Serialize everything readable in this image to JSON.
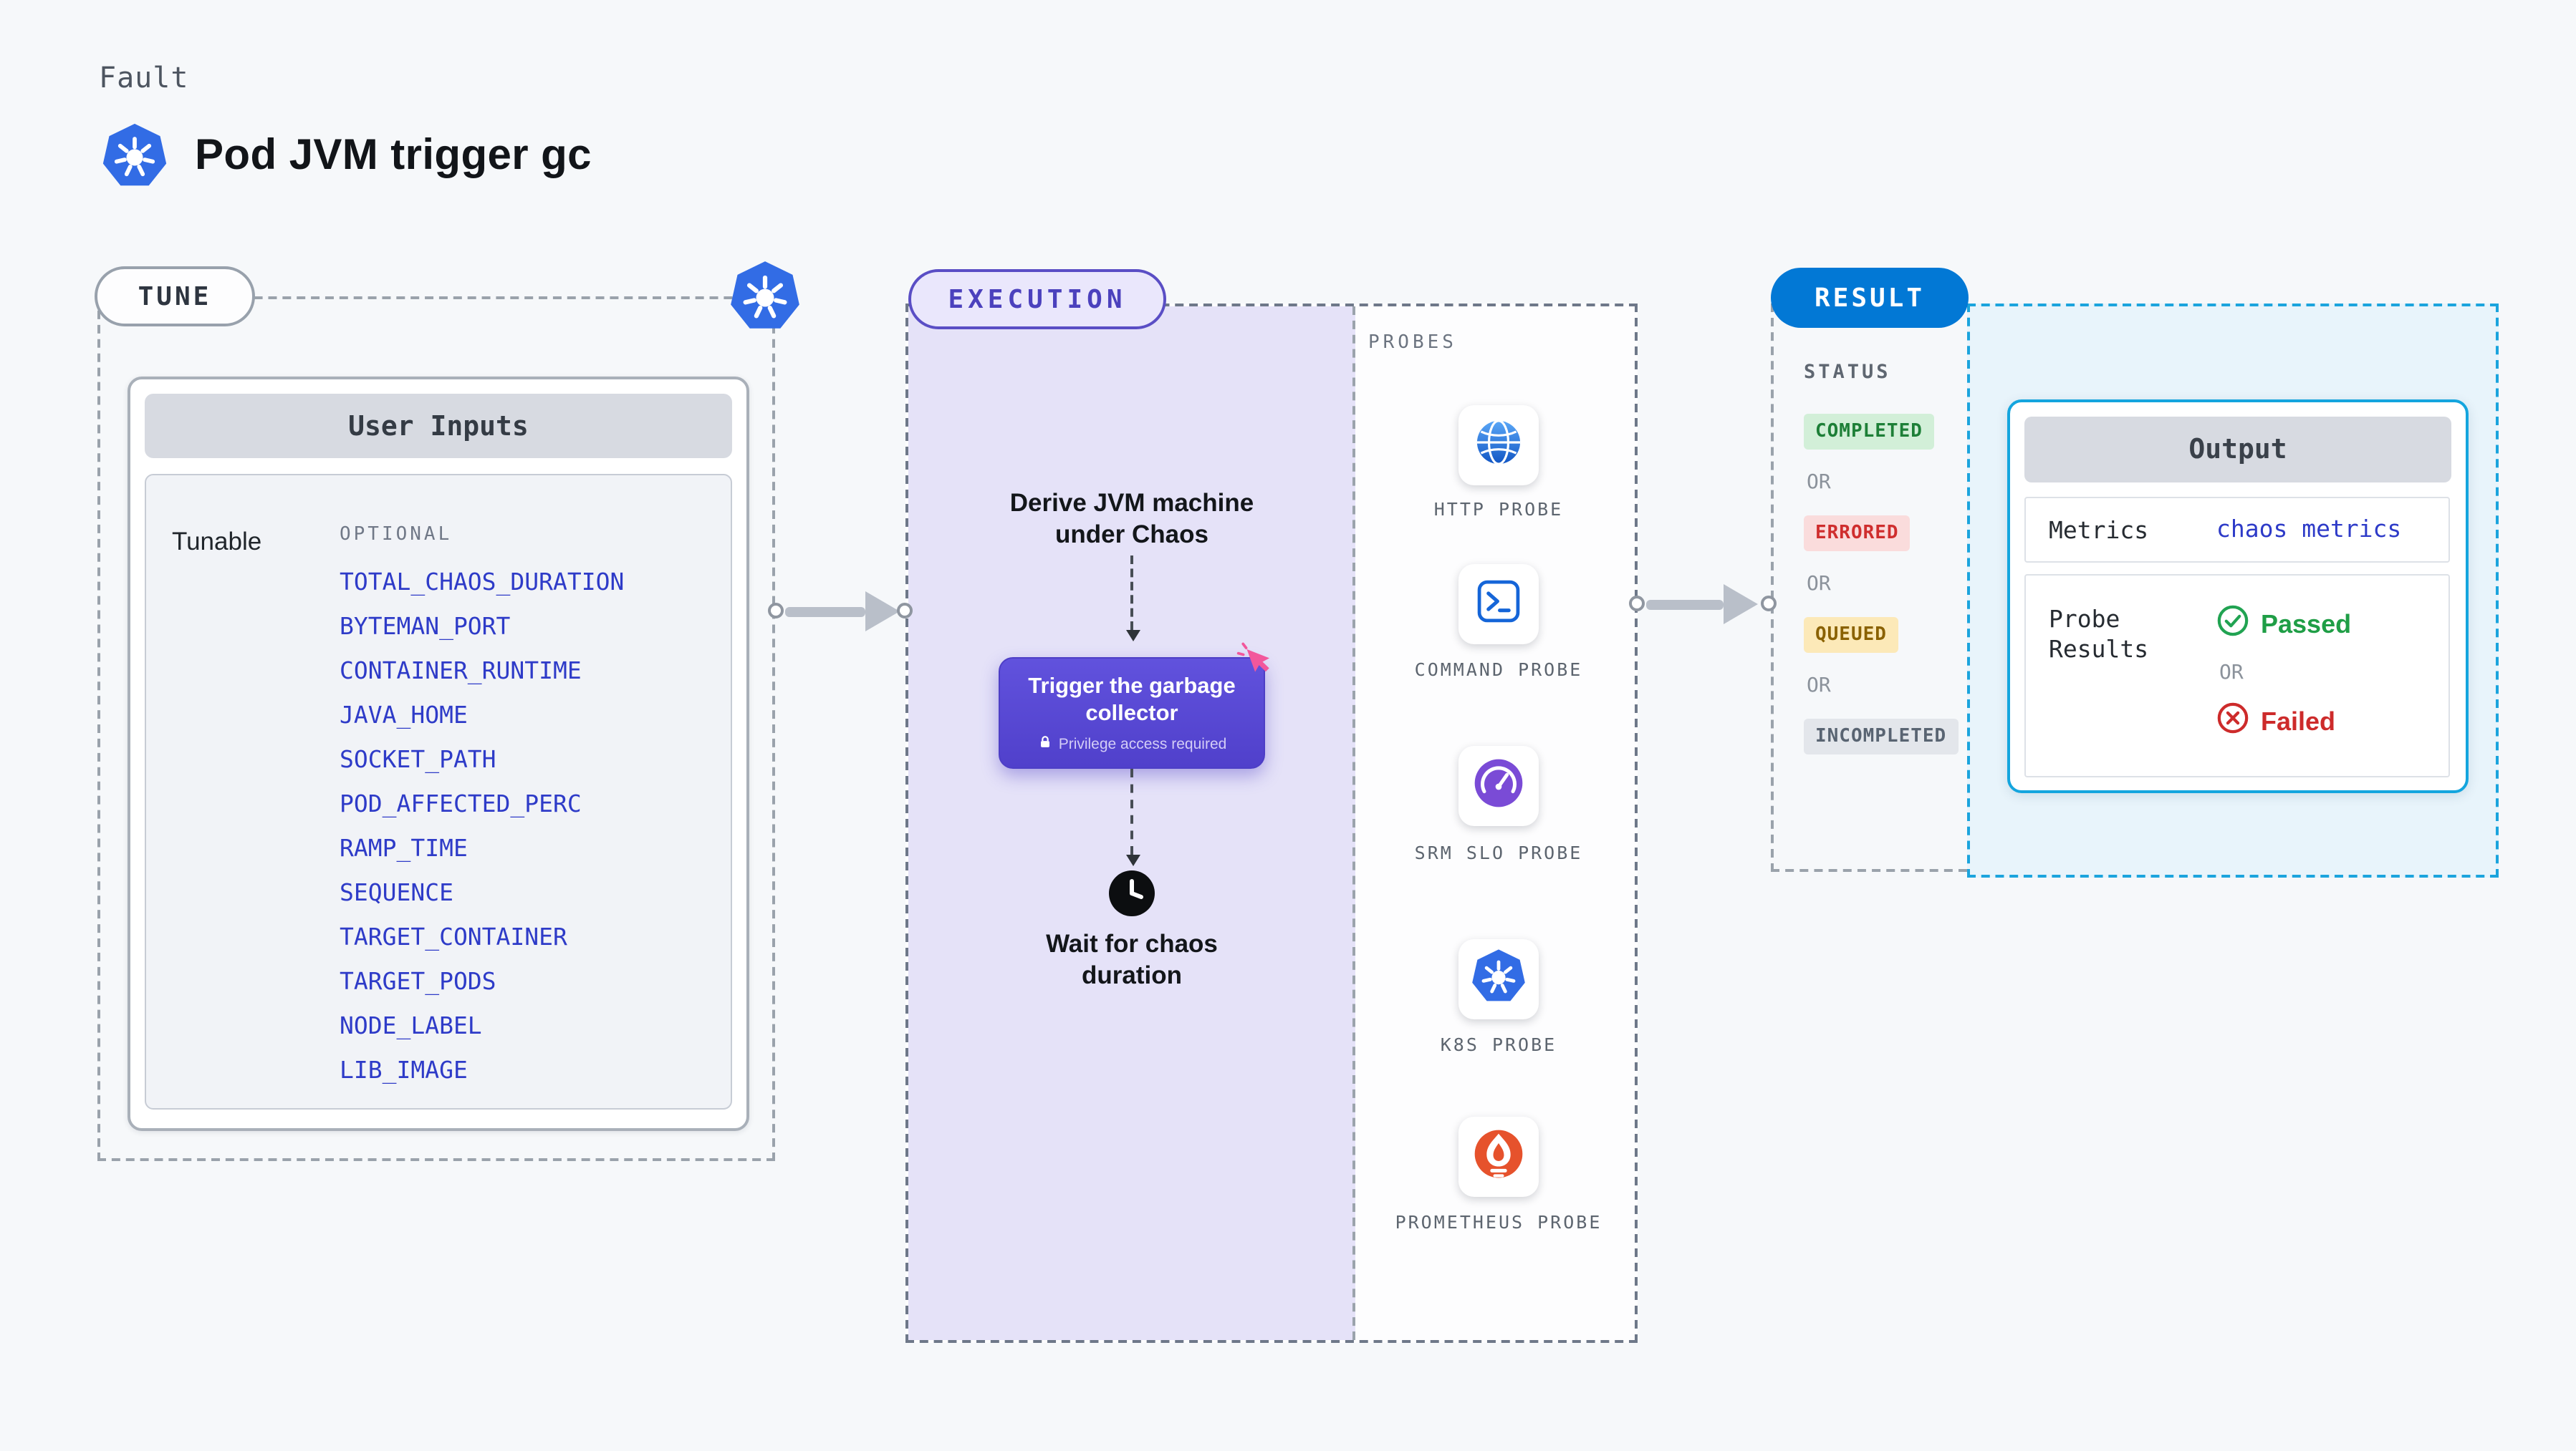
{
  "header": {
    "category": "Fault",
    "title": "Pod JVM trigger gc"
  },
  "tune": {
    "label": "TUNE",
    "card_title": "User Inputs",
    "group_label": "Tunable",
    "column_label": "OPTIONAL",
    "params": [
      "TOTAL_CHAOS_DURATION",
      "BYTEMAN_PORT",
      "CONTAINER_RUNTIME",
      "JAVA_HOME",
      "SOCKET_PATH",
      "POD_AFFECTED_PERC",
      "RAMP_TIME",
      "SEQUENCE",
      "TARGET_CONTAINER",
      "TARGET_PODS",
      "NODE_LABEL",
      "LIB_IMAGE"
    ]
  },
  "execution": {
    "label": "EXECUTION",
    "step1": "Derive JVM machine under Chaos",
    "action": {
      "label": "Trigger the garbage collector",
      "note": "Privilege access required"
    },
    "wait": "Wait for chaos duration",
    "probes": {
      "label": "PROBES",
      "items": [
        {
          "name": "HTTP PROBE",
          "icon": "globe-icon"
        },
        {
          "name": "COMMAND PROBE",
          "icon": "terminal-icon"
        },
        {
          "name": "SRM SLO PROBE",
          "icon": "gauge-icon"
        },
        {
          "name": "K8S PROBE",
          "icon": "kubernetes-icon"
        },
        {
          "name": "PROMETHEUS PROBE",
          "icon": "prometheus-flame-icon"
        }
      ]
    }
  },
  "result": {
    "label": "RESULT",
    "status": {
      "label": "STATUS",
      "separator": "OR",
      "values": [
        "COMPLETED",
        "ERRORED",
        "QUEUED",
        "INCOMPLETED"
      ]
    },
    "output": {
      "title": "Output",
      "metrics_label": "Metrics",
      "metrics_value": "chaos metrics",
      "probe_results_label": "Probe Results",
      "passed": "Passed",
      "or": "OR",
      "failed": "Failed"
    }
  },
  "colors": {
    "kubernetes_blue": "#326ce5",
    "accent_purple": "#5a4ec5",
    "result_blue": "#0278d5",
    "param_blue": "#2e3bc8",
    "success_green": "#1f9e46",
    "error_red": "#cd2b2b",
    "queued_yellow": "#8a6100",
    "prometheus_orange": "#e6522c",
    "output_border_blue": "#14a5de"
  }
}
